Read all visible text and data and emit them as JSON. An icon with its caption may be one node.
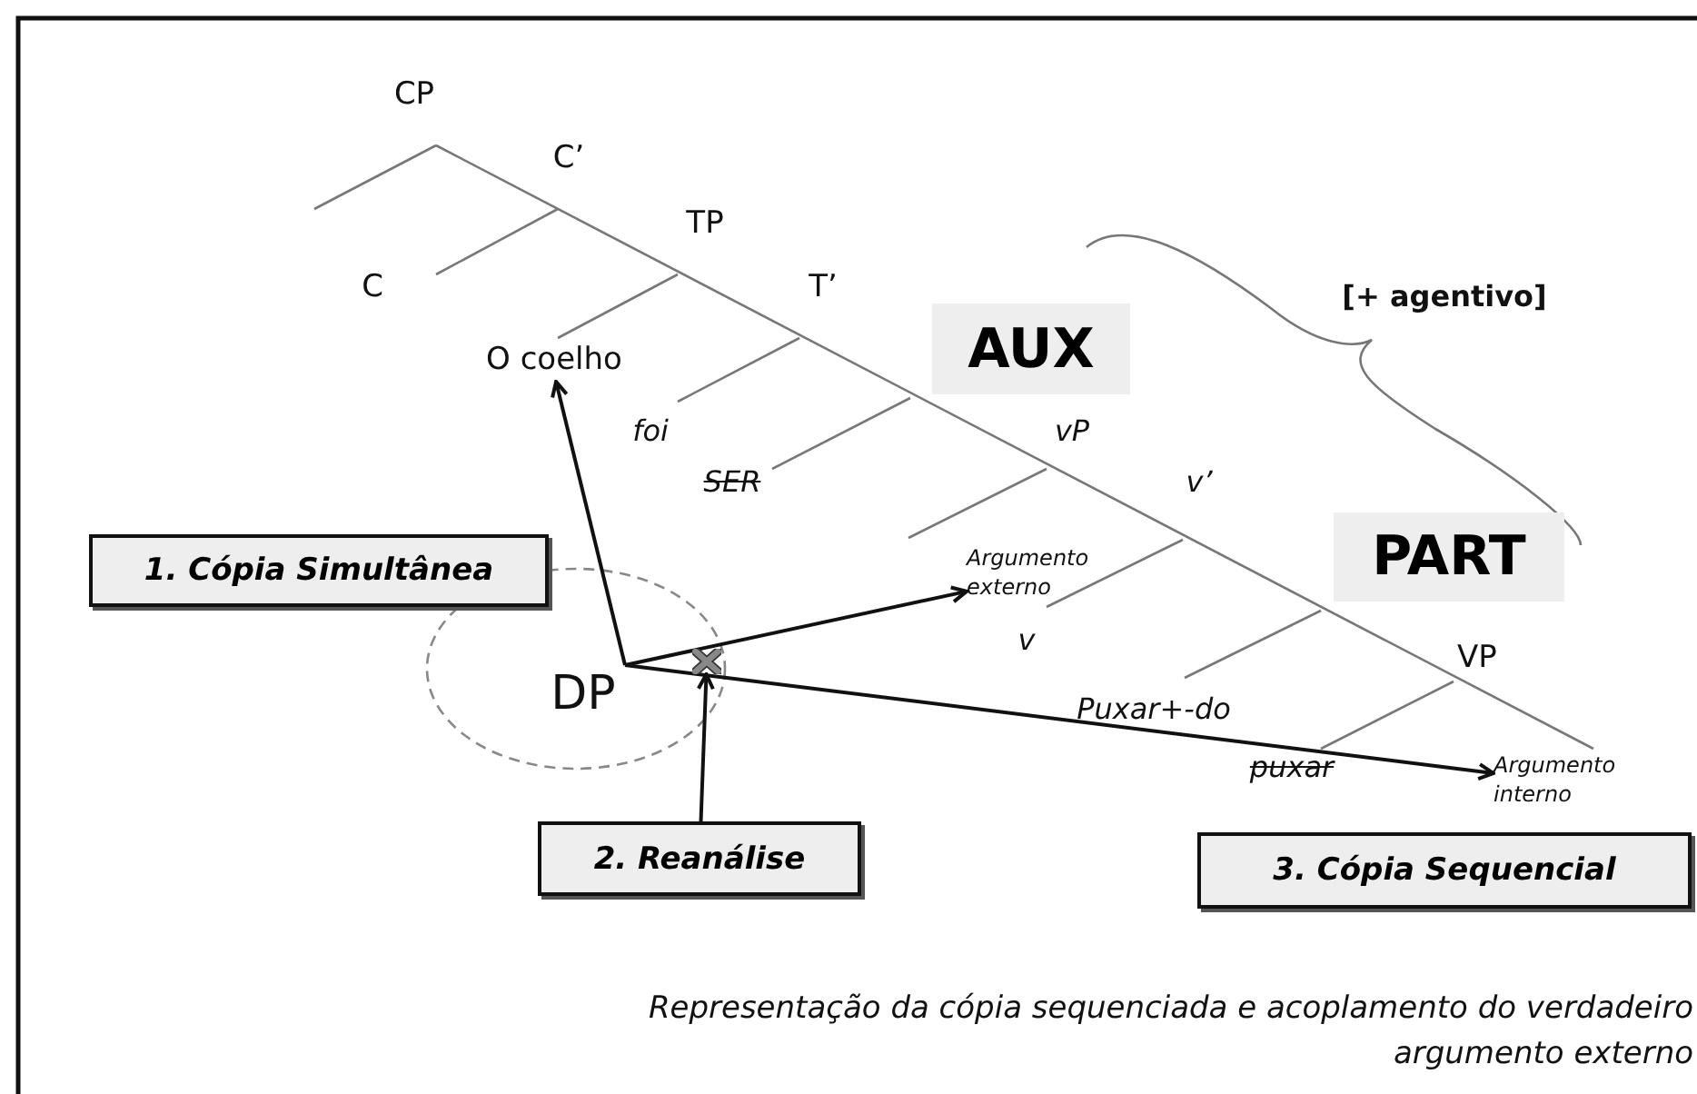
{
  "diagram": {
    "caption": "Representação da cópia sequenciada e acoplamento do verdadeiro argumento externo",
    "nodes": [
      {
        "text": [
          "1. Cópia Simultânea"
        ]
      },
      {
        "text": [
          "2. Reanálise"
        ]
      },
      {
        "text": [
          "3. Cópia Sequencial"
        ]
      },
      {
        "text": [
          "DP"
        ]
      },
      {
        "text": [
          "O coelho"
        ]
      },
      {
        "text": [
          "Argumento externo"
        ]
      },
      {
        "text": [
          "Argumento interno"
        ]
      },
      {
        "text": [],
        "shape": "cross"
      },
      {
        "text": [
          "AUX"
        ]
      },
      {
        "text": [
          "PART"
        ]
      }
    ],
    "edges": [
      {
        "from": 3,
        "to": 4,
        "arrow": "to"
      },
      {
        "from": 3,
        "to": 5,
        "arrow": "to"
      },
      {
        "from": 3,
        "to": 6,
        "arrow": "to"
      },
      {
        "from": 1,
        "to": 7,
        "arrow": "to"
      }
    ],
    "labels": [
      "CP",
      "C’",
      "TP",
      "C",
      "T’",
      "foi",
      "SER",
      "vP",
      "v’",
      "v",
      "Puxar+-do",
      "VP",
      "puxar",
      "[+ agentivo]"
    ]
  }
}
